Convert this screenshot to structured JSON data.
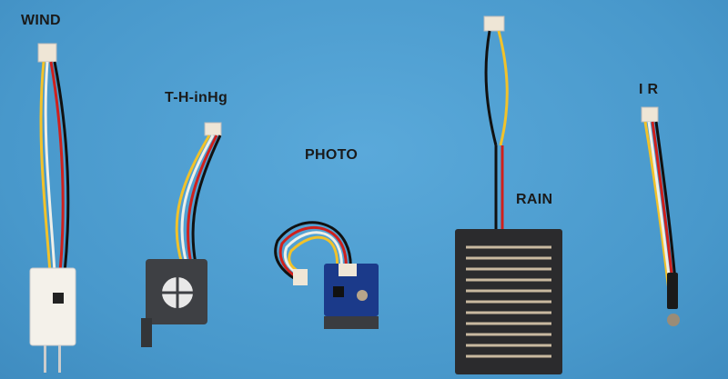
{
  "labels": {
    "wind": "WIND",
    "thp": "T-H-inHg",
    "photo": "PHOTO",
    "rain": "RAIN",
    "ir": "I R"
  },
  "colors": {
    "background": "#4d9fd2",
    "wire_black": "#111111",
    "wire_red": "#d0201c",
    "wire_yellow": "#f2c22a",
    "wire_white": "#efefe8"
  }
}
